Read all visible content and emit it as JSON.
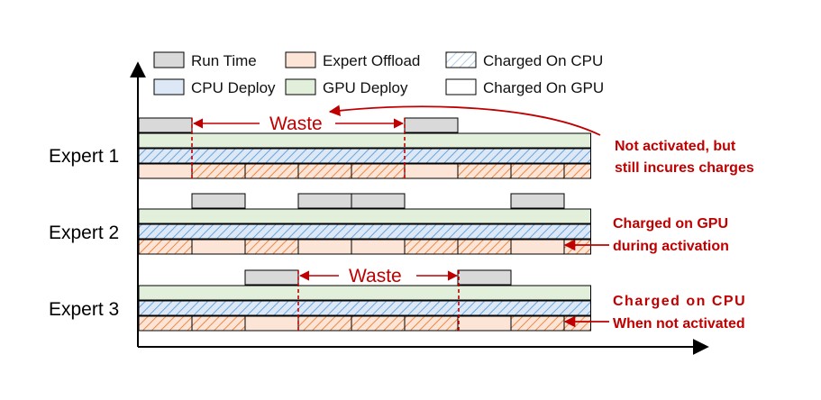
{
  "legend": {
    "run_time": "Run Time",
    "expert_offload": "Expert Offload",
    "charged_on_cpu": "Charged On CPU",
    "cpu_deploy": "CPU Deploy",
    "gpu_deploy": "GPU Deploy",
    "charged_on_gpu": "Charged On GPU"
  },
  "experts": [
    {
      "label": "Expert 1",
      "run_times": [
        [
          0,
          1
        ],
        [
          5,
          6
        ]
      ],
      "gpu_charged_slots": [
        0,
        1,
        2,
        3,
        4,
        5,
        6,
        7,
        8
      ],
      "cpu_charged_slots": [
        1,
        2,
        3,
        4,
        6,
        7
      ]
    },
    {
      "label": "Expert 2",
      "run_times": [
        [
          1,
          2
        ],
        [
          3,
          5
        ],
        [
          7,
          8
        ]
      ],
      "gpu_charged_slots": [
        0,
        1,
        2,
        3,
        4,
        5,
        6,
        7,
        8
      ]
    },
    {
      "label": "Expert 3",
      "run_times": [
        [
          2,
          3
        ],
        [
          6,
          7
        ]
      ],
      "gpu_charged_slots": [
        0,
        1,
        2,
        3,
        4,
        5,
        6,
        7,
        8
      ]
    }
  ],
  "annotations": {
    "waste_label": "Waste",
    "note1_line1": "Not activated,  but",
    "note1_line2": "still incures charges",
    "note2_line1": "Charged on GPU",
    "note2_line2": "during activation",
    "note3_line1": "Charged on CPU",
    "note3_line2": "When not activated"
  },
  "colors": {
    "run_time": "#d9d9d9",
    "expert_offload": "#fce4d6",
    "cpu_deploy": "#dde8f7",
    "gpu_deploy": "#e2efda",
    "annotation": "#c00000",
    "cpu_hatch": "#ed7d31",
    "deploy_hatch": "#5b9bd5"
  }
}
